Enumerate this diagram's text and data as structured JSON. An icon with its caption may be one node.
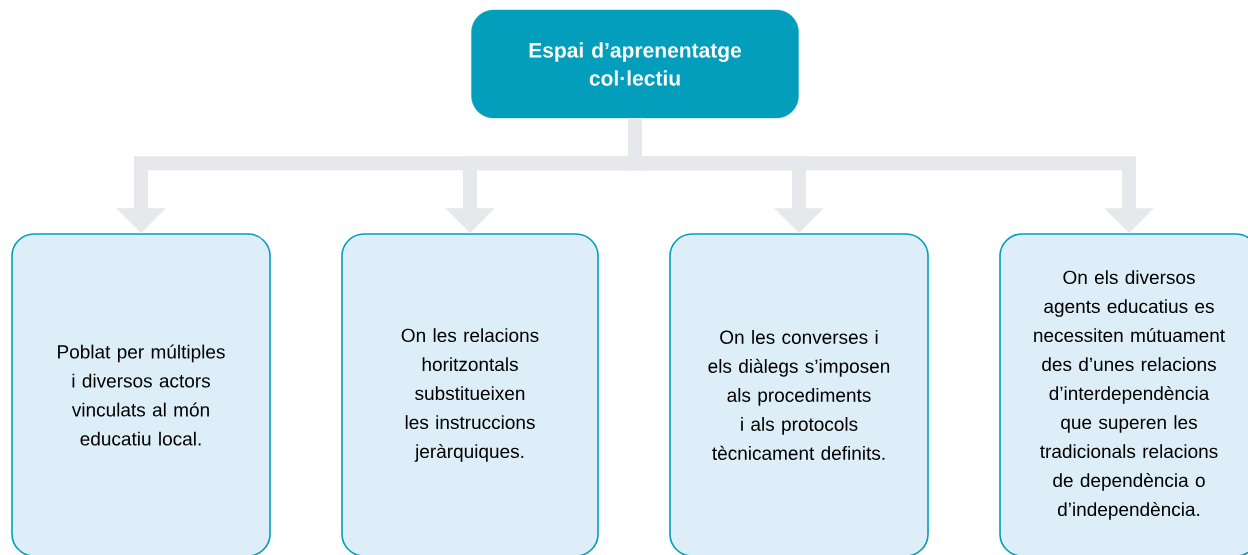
{
  "diagram": {
    "nodes": [
      {
        "text": [
          "Espai d’aprenentatge col·lectiu"
        ]
      },
      {
        "text": [
          "Poblat per múltiples i diversos actors vinculats al món educatiu local."
        ]
      },
      {
        "text": [
          "On les relacions horitzontals substitueixen les instruccions jeràrquiques."
        ]
      },
      {
        "text": [
          "On les converses i els diàlegs s’imposen als procediments i als protocols tècnicament definits."
        ]
      },
      {
        "text": [
          "On els diversos agents educatius es necessiten mútuament des d’unes relacions d’interdependència que superen les tradicionals relacions de dependència o d’independència."
        ]
      }
    ],
    "edges": [
      {
        "from": 0,
        "to": 1,
        "arrow": "to"
      },
      {
        "from": 0,
        "to": 2,
        "arrow": "to"
      },
      {
        "from": 0,
        "to": 3,
        "arrow": "to"
      },
      {
        "from": 0,
        "to": 4,
        "arrow": "to"
      }
    ]
  }
}
